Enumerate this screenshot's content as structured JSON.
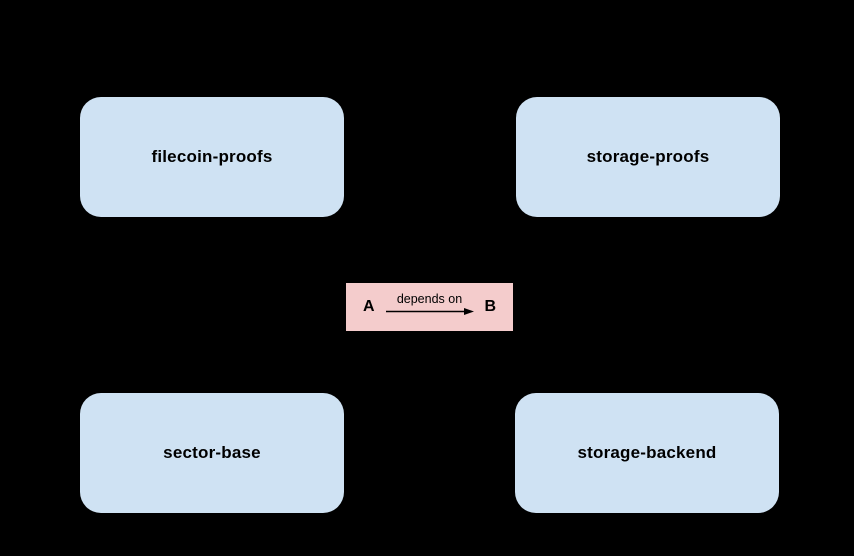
{
  "canvas": {
    "background": "#000000"
  },
  "diagram": {
    "nodes": [
      {
        "id": "filecoin-proofs",
        "label": "filecoin-proofs",
        "fill": "#cfe2f3",
        "text_color": "#000000"
      },
      {
        "id": "storage-proofs",
        "label": "storage-proofs",
        "fill": "#cfe2f3",
        "text_color": "#000000"
      },
      {
        "id": "sector-base",
        "label": "sector-base",
        "fill": "#cfe2f3",
        "text_color": "#000000"
      },
      {
        "id": "storage-backend",
        "label": "storage-backend",
        "fill": "#cfe2f3",
        "text_color": "#000000"
      }
    ],
    "legend": {
      "source_label": "A",
      "relation_label": "depends on",
      "target_label": "B",
      "fill": "#f4cccc",
      "arrow_color": "#000000"
    }
  }
}
